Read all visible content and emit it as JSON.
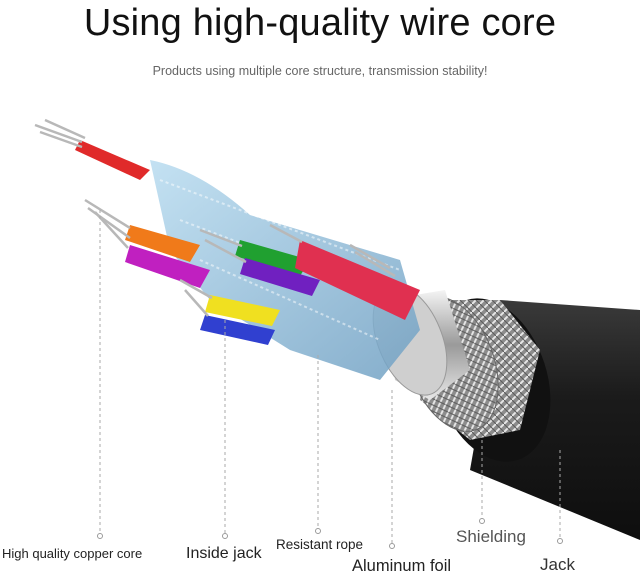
{
  "title": "Using high-quality wire core",
  "subtitle": "Products using multiple core structure, transmission stability!",
  "labels": {
    "copper_core": "High quality copper core",
    "inside_jack": "Inside jack",
    "resistant_rope": "Resistant rope",
    "aluminum_foil": "Aluminum foil",
    "shielding": "Shielding",
    "jack": "Jack"
  },
  "colors": {
    "jacket": "#1e1e1e",
    "braid": "#c8c8c8",
    "foil": "#d9d9d9",
    "inner_shield": "#8ab8d6",
    "wires": [
      "#e02a2a",
      "#f07a1a",
      "#c020c0",
      "#f0e020",
      "#3040d0",
      "#20a030",
      "#7020c0",
      "#e03050"
    ]
  },
  "icons": [
    "cable-cross-section-illustration"
  ]
}
